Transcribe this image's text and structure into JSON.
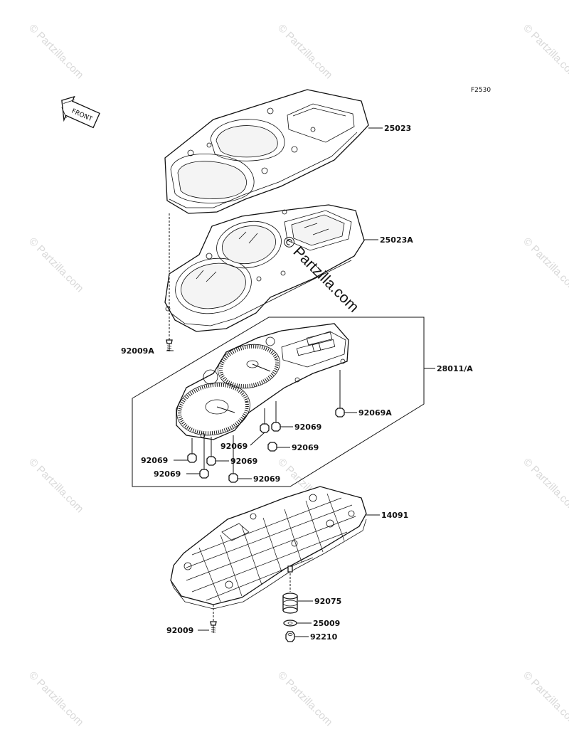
{
  "figure_code": "F2530",
  "front_badge": "FRONT",
  "watermark_text": "© Partzilla.com",
  "watermark_center_text": "© Partzilla.com",
  "parts": {
    "p25023": "25023",
    "p25023a": "25023A",
    "p28011a": "28011/A",
    "p92009a": "92009A",
    "p92069a": "92069A",
    "p92069_1": "92069",
    "p92069_2": "92069",
    "p92069_3": "92069",
    "p92069_4": "92069",
    "p92069_5": "92069",
    "p92069_6": "92069",
    "p92069_7": "92069",
    "p14091": "14091",
    "p92075": "92075",
    "p25009": "25009",
    "p92210": "92210",
    "p92009": "92009"
  },
  "colors": {
    "line": "#111111",
    "watermark": "#d9d9d9",
    "background": "#ffffff"
  }
}
